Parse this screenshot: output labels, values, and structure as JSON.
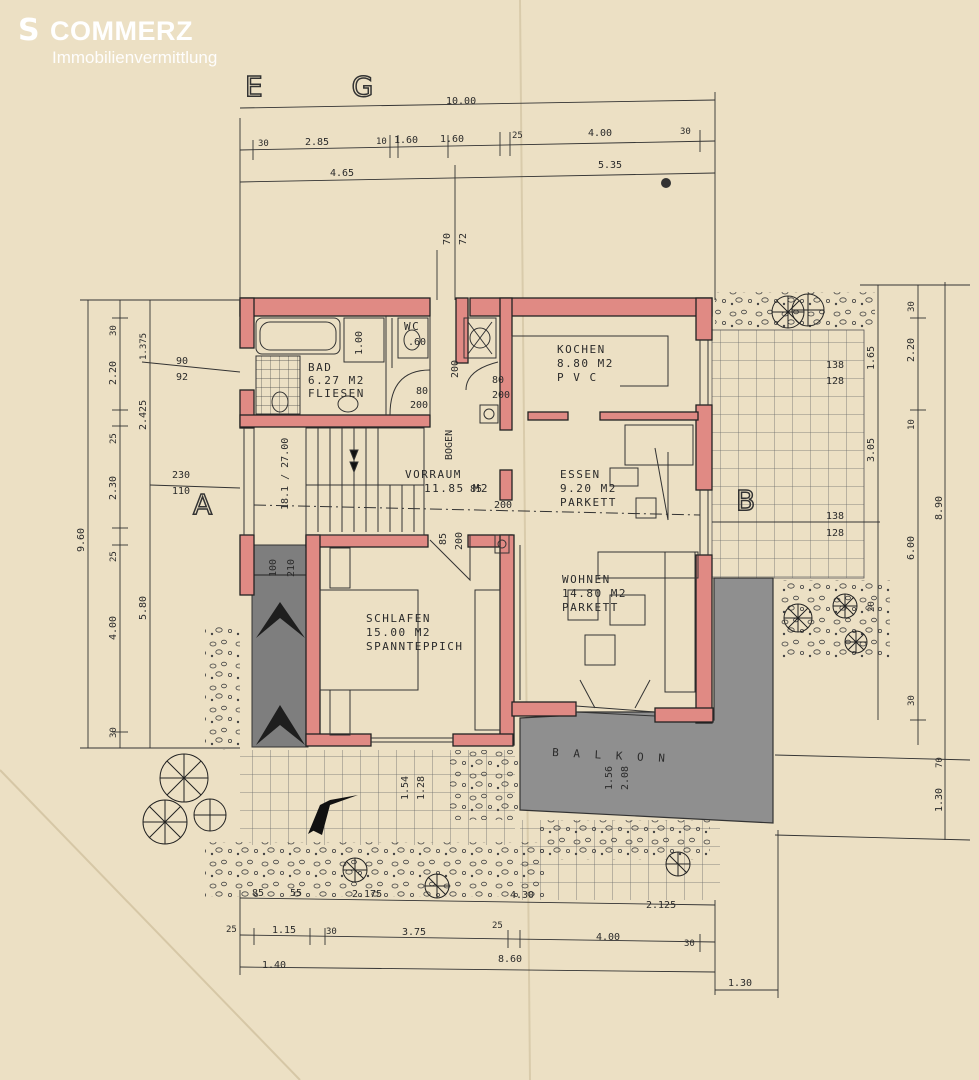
{
  "brand": {
    "logo_mark": "S",
    "name": "COMMERZ",
    "tagline": "Immobilienvermittlung"
  },
  "plan": {
    "floor_label": "E  G",
    "rooms": {
      "bad": [
        "BAD",
        "6.27 M2",
        "FLIESEN"
      ],
      "wc": [
        "WC",
        ".60"
      ],
      "kochen": [
        "KOCHEN",
        "8.80 M2",
        "P V C"
      ],
      "vorraum": [
        "VORRAUM",
        "11.85 M2"
      ],
      "essen": [
        "ESSEN",
        "9.20 M2",
        "PARKETT"
      ],
      "schlafen": [
        "SCHLAFEN",
        "15.00 M2",
        "SPANNTEPPICH"
      ],
      "wohnen": [
        "WOHNEN",
        "14.80 M2",
        "PARKETT"
      ],
      "balkon": "B A L K O N",
      "bogen": "BOGEN",
      "stair": "18.1 / 27.00"
    },
    "markers": {
      "a": "A",
      "b": "B"
    },
    "dims_top": {
      "overall": "10.00",
      "row1": [
        "30",
        "2.85",
        "10",
        "1.60",
        "1.60",
        "25",
        "4.00",
        "30"
      ],
      "row2": [
        "4.65",
        "5.35"
      ]
    },
    "dims_bottom": {
      "row1": [
        "85",
        "55",
        "2.175",
        "4.30",
        "2.125"
      ],
      "row2": [
        "25",
        "1.15",
        "30",
        "3.75",
        "25",
        "4.00",
        "30"
      ],
      "row3": [
        "1.40",
        "8.60"
      ],
      "row4": "1.30"
    },
    "dims_left": {
      "overall": "9.60",
      "row1": [
        "30",
        "2.20",
        "25",
        "2.30",
        "25",
        "4.00",
        "30"
      ],
      "row2": [
        "1.375",
        "2.425",
        "5.80"
      ],
      "extra": [
        "90",
        "92",
        "230",
        "110"
      ]
    },
    "dims_right": {
      "overall": "8.90",
      "row1": [
        "30",
        "2.20",
        "10",
        "6.00",
        "30",
        "70",
        "1.30"
      ],
      "row2": [
        "1.65",
        "3.05",
        "20"
      ],
      "inner": [
        "138",
        "128",
        "138",
        "128"
      ]
    },
    "dims_inner": {
      "v1": [
        "70",
        "72"
      ],
      "bad": "1.00",
      "door1": [
        "80",
        "200"
      ],
      "door2": [
        "80",
        "200"
      ],
      "h200": "200",
      "vor": [
        "85",
        "200",
        "85",
        "200"
      ],
      "stair2": [
        "100",
        "210"
      ],
      "win": [
        "1.54",
        "1.28"
      ],
      "balk": [
        "1.56",
        "2.08"
      ]
    }
  }
}
